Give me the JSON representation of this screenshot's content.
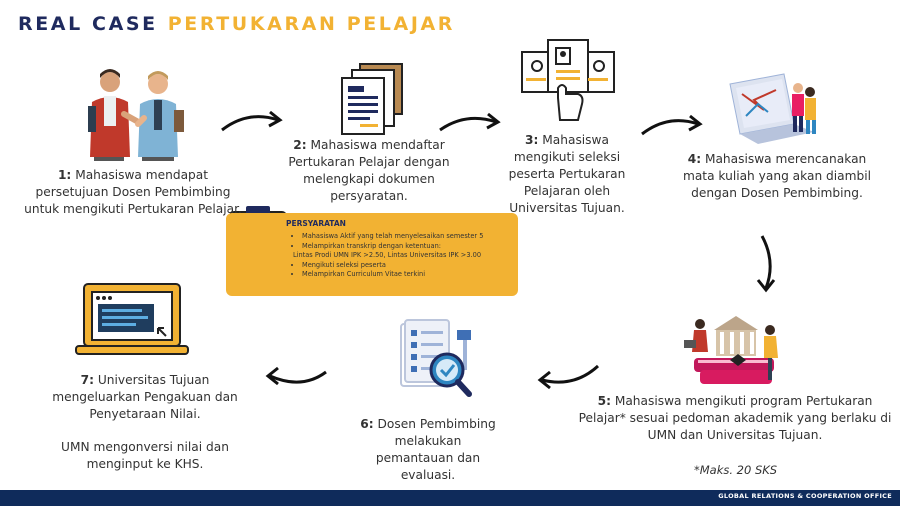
{
  "title": {
    "part1": "REAL CASE",
    "part2": "PERTUKARAN PELAJAR"
  },
  "steps": [
    {
      "num": "1:",
      "text": "Mahasiswa mendapat persetujuan Dosen Pembimbing untuk mengikuti Pertukaran Pelajar."
    },
    {
      "num": "2:",
      "text": "Mahasiswa mendaftar Pertukaran Pelajar dengan melengkapi dokumen persyaratan."
    },
    {
      "num": "3:",
      "text": "Mahasiswa mengikuti seleksi peserta Pertukaran Pelajaran oleh Universitas Tujuan."
    },
    {
      "num": "4:",
      "text": "Mahasiswa merencanakan mata kuliah yang akan diambil dengan Dosen Pembimbing."
    },
    {
      "num": "5:",
      "text": "Mahasiswa mengikuti program Pertukaran Pelajar* sesuai pedoman akademik yang berlaku di UMN dan Universitas Tujuan."
    },
    {
      "num": "6:",
      "text": "Dosen Pembimbing melakukan pemantauan dan evaluasi."
    },
    {
      "num": "7:",
      "text": "Universitas Tujuan mengeluarkan Pengakuan dan Penyetaraan Nilai.",
      "text2": "UMN mengonversi nilai dan menginput ke KHS."
    }
  ],
  "requirements": {
    "title": "PERSYARATAN",
    "items": [
      "Mahasiswa Aktif yang telah menyelesaikan semester 5",
      "Melampirkan transkrip dengan ketentuan:",
      "Mengikuti seleksi peserta",
      "Melampirkan Curriculum Vitae terkini"
    ],
    "item2_detail": "Lintas Prodi UMN IPK >2.50, Lintas Universitas IPK >3.00"
  },
  "note": "*Maks. 20 SKS",
  "footer": "GLOBAL RELATIONS & COOPERATION OFFICE",
  "colors": {
    "navy": "#1f2a5e",
    "accent": "#f2b233",
    "footer": "#0f2b5b"
  }
}
